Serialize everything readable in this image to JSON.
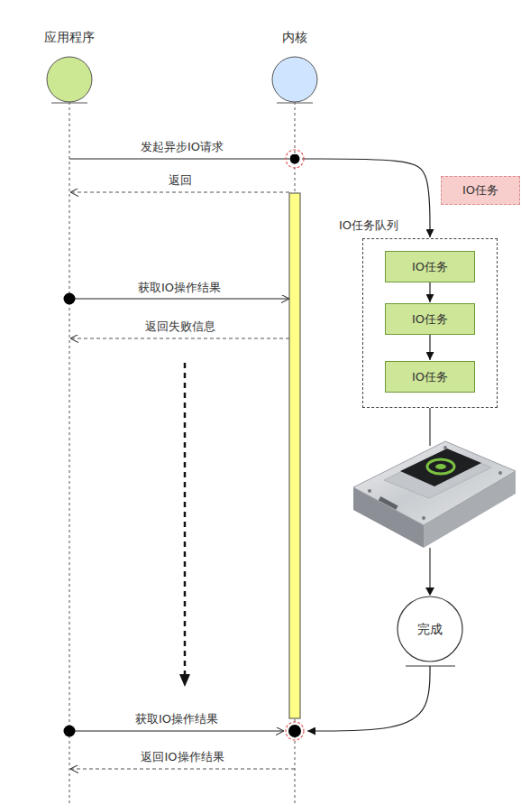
{
  "diagram": {
    "nodes": [
      {
        "text": [
          "应用程序"
        ]
      },
      {
        "text": [
          "内核"
        ]
      },
      {
        "text": [
          "IO任务"
        ]
      },
      {
        "text": [
          "IO任务队列"
        ]
      },
      {
        "text": [
          "IO任务"
        ],
        "in": 3
      },
      {
        "text": [
          "IO任务"
        ],
        "in": 3
      },
      {
        "text": [
          "IO任务"
        ],
        "in": 3
      },
      {
        "text": [
          "完成"
        ]
      }
    ],
    "edges": [
      {
        "from": 0,
        "to": 1,
        "label": "发起异步IO请求",
        "arrow": "to"
      },
      {
        "from": 1,
        "to": 0,
        "label": "返回",
        "arrow": "to"
      },
      {
        "from": 0,
        "to": 1,
        "label": "获取IO操作结果",
        "arrow": "to"
      },
      {
        "from": 1,
        "to": 0,
        "label": "返回失败信息",
        "arrow": "to"
      },
      {
        "from": 0,
        "to": 1,
        "label": "获取IO操作结果",
        "arrow": "to"
      },
      {
        "from": 1,
        "to": 0,
        "label": "返回IO操作结果",
        "arrow": "to"
      },
      {
        "from": 1,
        "to": 3,
        "arrow": "to"
      },
      {
        "from": 4,
        "to": 5,
        "arrow": "to"
      },
      {
        "from": 5,
        "to": 6,
        "arrow": "to"
      },
      {
        "from": 7,
        "to": 1,
        "arrow": "to"
      }
    ]
  }
}
